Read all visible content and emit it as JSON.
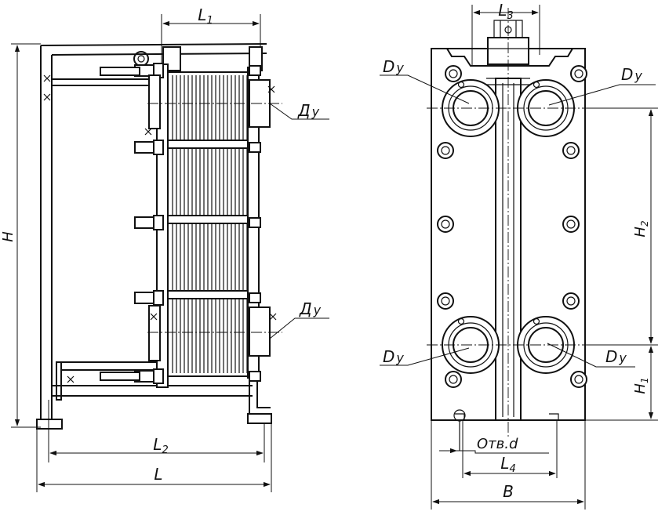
{
  "drawing": {
    "side_view": {
      "dimensions": {
        "L1": "L",
        "L1_sub": "1",
        "L2": "L",
        "L2_sub": "2",
        "L": "L",
        "H": "H"
      },
      "nozzle_labels": {
        "upper": "Д",
        "upper_sub": "у",
        "lower": "Д",
        "lower_sub": "у"
      }
    },
    "front_view": {
      "dimensions": {
        "L3": "L",
        "L3_sub": "3",
        "L4": "L",
        "L4_sub": "4",
        "B": "B",
        "H1": "H",
        "H1_sub": "1",
        "H2": "H",
        "H2_sub": "2"
      },
      "nozzle_labels": {
        "top_left": "D",
        "top_left_sub": "у",
        "top_right": "D",
        "top_right_sub": "у",
        "bottom_left": "D",
        "bottom_left_sub": "у",
        "bottom_right": "D",
        "bottom_right_sub": "у"
      },
      "hole_note": "Отв.d"
    }
  }
}
